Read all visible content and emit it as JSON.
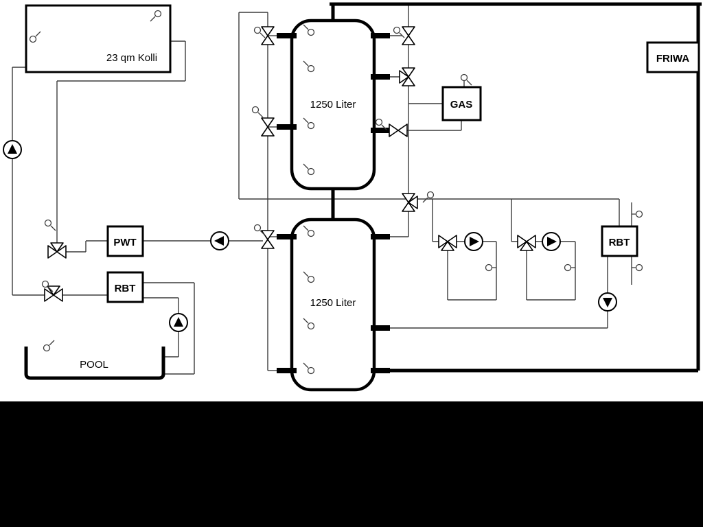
{
  "diagram": {
    "collector_label": "23 qm Kolli",
    "tank1_label": "1250 Liter",
    "tank2_label": "1250 Liter",
    "gas_label": "GAS",
    "friwa_label": "FRIWA",
    "pwt_label": "PWT",
    "rbt_left_label": "RBT",
    "rbt_right_label": "RBT",
    "pool_label": "POOL",
    "colors": {
      "background": "#ffffff",
      "thin_line": "#3c3c3c",
      "pipe": "#000000",
      "mask_band": "#000000"
    }
  }
}
